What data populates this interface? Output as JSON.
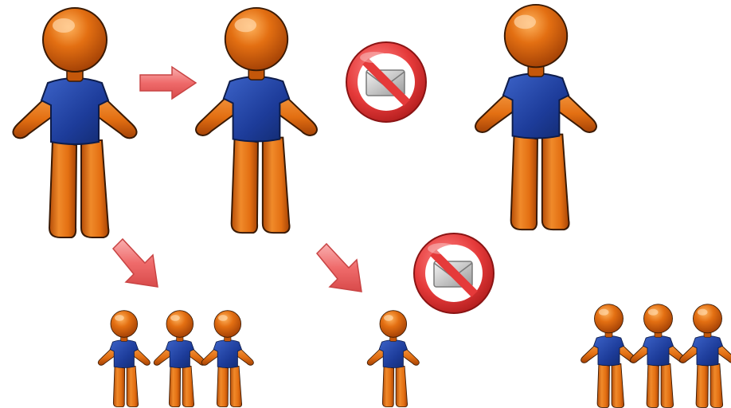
{
  "colors": {
    "skin": "#e36f12",
    "skin_highlight": "#f7a04a",
    "skin_shadow": "#a64306",
    "shirt": "#1d3c9a",
    "shirt_highlight": "#3c63c8",
    "outline": "#3a1a04",
    "arrow": "#ef6b6b",
    "arrow_light": "#f7a6a6",
    "prohibit_red": "#e53a3a",
    "envelope": "#bfbfbf"
  },
  "icons": {
    "figure": "person-figure-icon",
    "arrow": "arrow-icon",
    "prohibit": "prohibition-icon",
    "envelope": "envelope-icon"
  },
  "groups": {
    "left_count": 3,
    "single_count": 1,
    "right_count": 3
  }
}
